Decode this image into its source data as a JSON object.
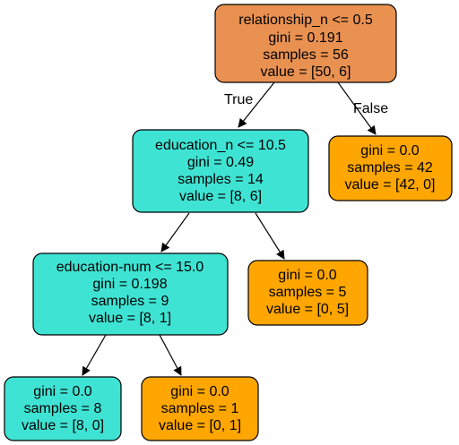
{
  "colors": {
    "root": "#e99151",
    "cyan": "#3fe3d3",
    "orange": "#ffa600",
    "border": "#000000",
    "edge": "#000000"
  },
  "edge_labels": {
    "true_label": "True",
    "false_label": "False"
  },
  "nodes": {
    "n0": {
      "color": "root",
      "lines": [
        "relationship_n <= 0.5",
        "gini = 0.191",
        "samples = 56",
        "value = [50, 6]"
      ]
    },
    "n1": {
      "color": "cyan",
      "lines": [
        "education_n <= 10.5",
        "gini = 0.49",
        "samples = 14",
        "value = [8, 6]"
      ]
    },
    "n2": {
      "color": "orange",
      "lines": [
        "gini = 0.0",
        "samples = 42",
        "value = [42, 0]"
      ]
    },
    "n3": {
      "color": "cyan",
      "lines": [
        "education-num <= 15.0",
        "gini = 0.198",
        "samples = 9",
        "value = [8, 1]"
      ]
    },
    "n4": {
      "color": "orange",
      "lines": [
        "gini = 0.0",
        "samples = 5",
        "value = [0, 5]"
      ]
    },
    "n5": {
      "color": "cyan",
      "lines": [
        "gini = 0.0",
        "samples = 8",
        "value = [8, 0]"
      ]
    },
    "n6": {
      "color": "orange",
      "lines": [
        "gini = 0.0",
        "samples = 1",
        "value = [0, 1]"
      ]
    }
  }
}
